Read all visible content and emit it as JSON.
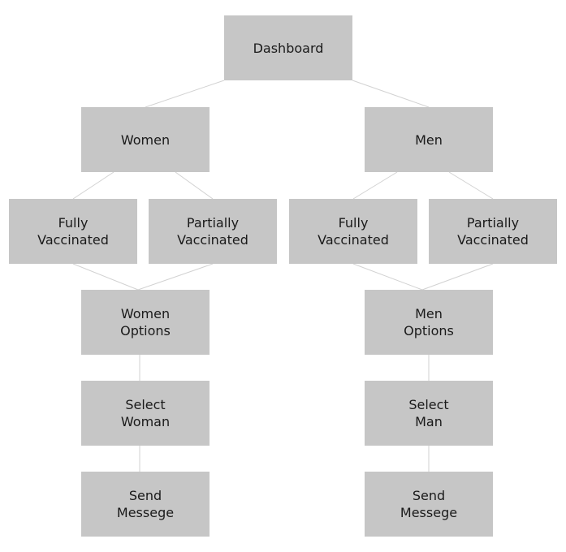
{
  "nodes": {
    "dashboard": "Dashboard",
    "women": "Women",
    "men": "Men",
    "women_fully_vaccinated": "Fully\nVaccinated",
    "women_partially_vaccinated": "Partially\nVaccinated",
    "men_fully_vaccinated": "Fully\nVaccinated",
    "men_partially_vaccinated": "Partially\nVaccinated",
    "women_options": "Women\nOptions",
    "men_options": "Men\nOptions",
    "select_woman": "Select\nWoman",
    "select_man": "Select\nMan",
    "women_send_message": "Send\nMessege",
    "men_send_message": "Send\nMessege"
  },
  "colors": {
    "node_fill": "#c6c6c6",
    "connector": "#d2d2d2",
    "text": "#1a1a1a"
  }
}
